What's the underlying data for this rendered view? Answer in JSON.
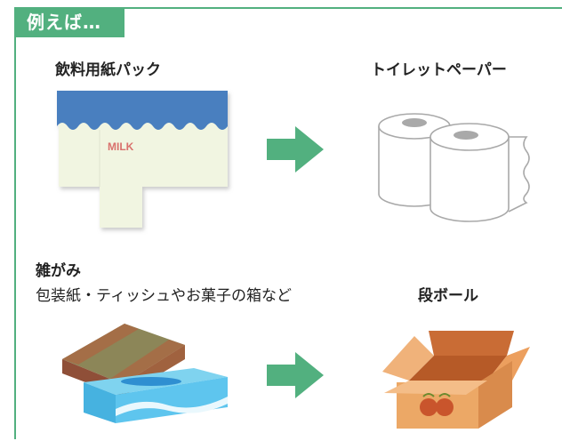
{
  "header": {
    "tag_label": "例えば…"
  },
  "row1": {
    "source_label": "飲料用紙パック",
    "carton_text": "MILK",
    "target_label": "トイレットペーパー"
  },
  "row2": {
    "source_label": "雑がみ",
    "source_sublabel": "包装紙・ティッシュやお菓子の箱など",
    "target_label": "段ボール"
  },
  "colors": {
    "accent": "#52b07f",
    "carton_top": "#4a7fbf",
    "carton_body": "#f1f5e1",
    "cardboard": "#e8a05c"
  }
}
